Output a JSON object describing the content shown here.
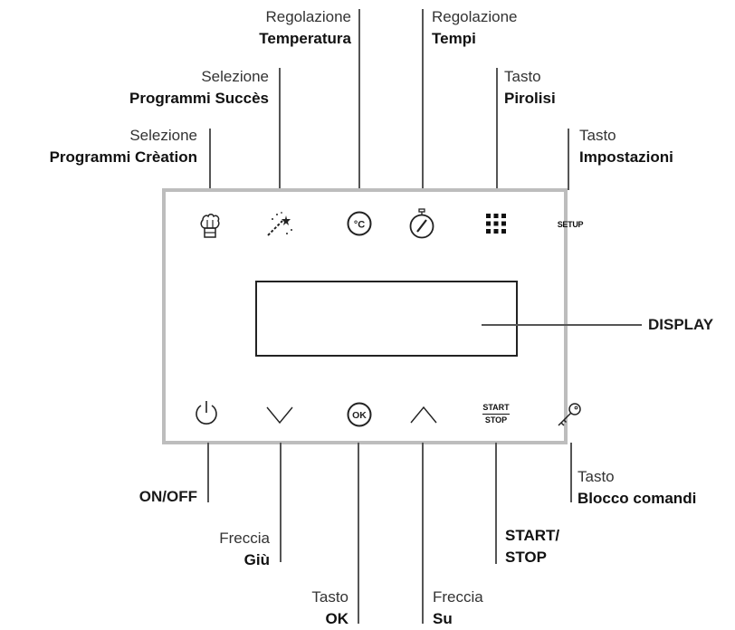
{
  "labels": {
    "creation": {
      "line1": "Selezione",
      "line2": "Programmi Crèation"
    },
    "succes": {
      "line1": "Selezione",
      "line2": "Programmi Succès"
    },
    "temperatura": {
      "line1": "Regolazione",
      "line2": "Temperatura"
    },
    "tempi": {
      "line1": "Regolazione",
      "line2": "Tempi"
    },
    "pirolisi": {
      "line1": "Tasto",
      "line2": "Pirolisi"
    },
    "impostazioni": {
      "line1": "Tasto",
      "line2": "Impostazioni"
    },
    "display": "DISPLAY",
    "onoff": "ON/OFF",
    "giu": {
      "line1": "Freccia",
      "line2": "Giù"
    },
    "ok": {
      "line1": "Tasto",
      "line2": "OK"
    },
    "su": {
      "line1": "Freccia",
      "line2": "Su"
    },
    "startstop": {
      "line1": "START/",
      "line2": "STOP"
    },
    "blocco": {
      "line1": "Tasto",
      "line2": "Blocco comandi"
    }
  },
  "icons": {
    "setup_text": "SETUP",
    "start_text": "START",
    "stop_text": "STOP",
    "ok_text": "OK",
    "celsius_text": "°C"
  }
}
